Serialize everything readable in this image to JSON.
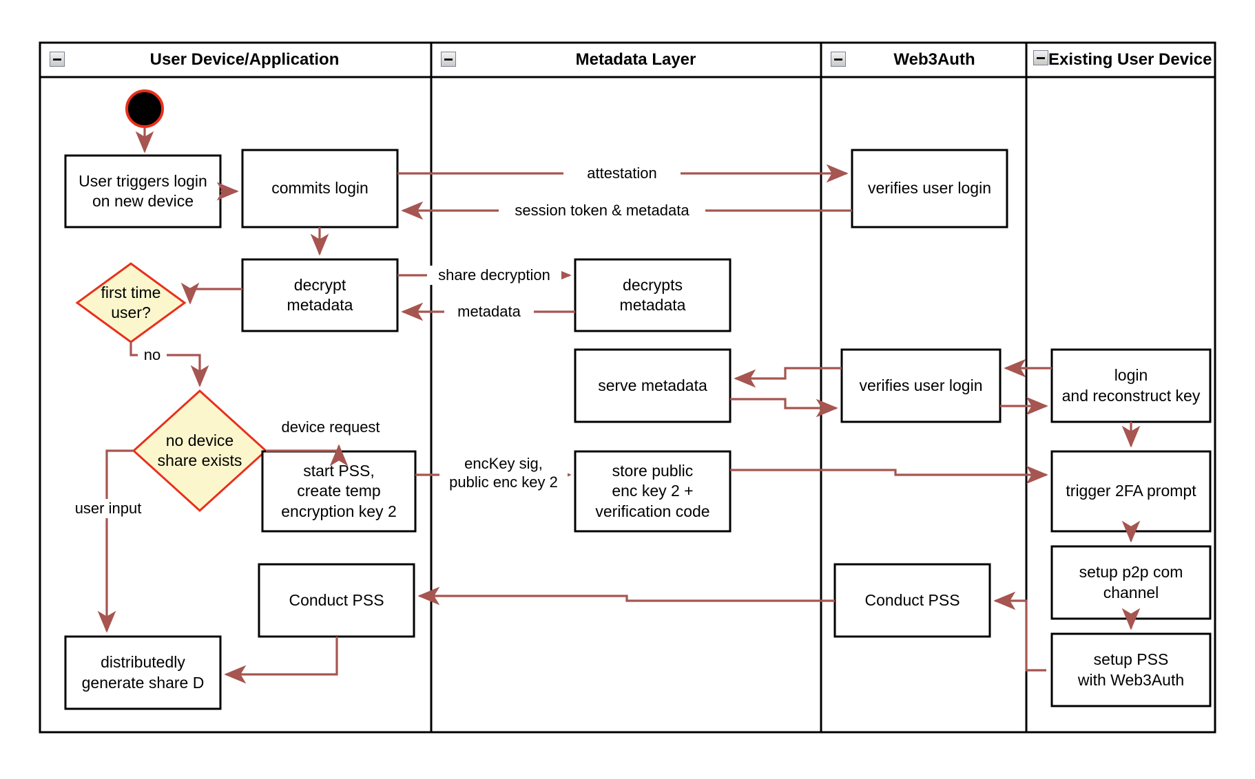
{
  "diagram": {
    "title": "Web3Auth new-device login flow",
    "colors": {
      "edge": "#a65550",
      "node_border": "#000000",
      "decision_border": "#e8301c",
      "decision_fill": "#fcf6cd",
      "lane_border": "#000000",
      "start_fill": "#000000",
      "start_ring": "#e8301c",
      "background": "#ffffff"
    },
    "lanes": [
      {
        "id": "lane-user-device",
        "label": "User Device/Application",
        "collapse_icon": "minus-square-icon"
      },
      {
        "id": "lane-metadata",
        "label": "Metadata Layer",
        "collapse_icon": "minus-square-icon"
      },
      {
        "id": "lane-web3auth",
        "label": "Web3Auth",
        "collapse_icon": "minus-square-icon"
      },
      {
        "id": "lane-existing-device",
        "label": "Existing User Device",
        "collapse_icon": "minus-square-icon"
      }
    ],
    "nodes": [
      {
        "id": "start",
        "type": "start",
        "label": "",
        "lane": "lane-user-device"
      },
      {
        "id": "user-triggers-login",
        "type": "process",
        "label": "User triggers login\non new device",
        "lane": "lane-user-device"
      },
      {
        "id": "commits-login",
        "type": "process",
        "label": "commits login",
        "lane": "lane-user-device"
      },
      {
        "id": "decrypt-metadata",
        "type": "process",
        "label": "decrypt\nmetadata",
        "lane": "lane-user-device"
      },
      {
        "id": "first-time-user",
        "type": "decision",
        "label": "first time\nuser?",
        "lane": "lane-user-device"
      },
      {
        "id": "no-device-share-exists",
        "type": "decision",
        "label": "no device\nshare exists",
        "lane": "lane-user-device"
      },
      {
        "id": "start-pss-create-temp-key",
        "type": "process",
        "label": "start PSS,\ncreate temp\nencryption key 2",
        "lane": "lane-user-device"
      },
      {
        "id": "conduct-pss-user",
        "type": "process",
        "label": "Conduct PSS",
        "lane": "lane-user-device"
      },
      {
        "id": "distributedly-generate-share-d",
        "type": "process",
        "label": "distributedly\ngenerate share D",
        "lane": "lane-user-device"
      },
      {
        "id": "decrypts-metadata",
        "type": "process",
        "label": "decrypts\nmetadata",
        "lane": "lane-metadata"
      },
      {
        "id": "serve-metadata",
        "type": "process",
        "label": "serve metadata",
        "lane": "lane-metadata"
      },
      {
        "id": "store-public-enc-key-2",
        "type": "process",
        "label": "store public\nenc key 2 +\nverification code",
        "lane": "lane-metadata"
      },
      {
        "id": "verifies-user-login-top",
        "type": "process",
        "label": "verifies user login",
        "lane": "lane-web3auth"
      },
      {
        "id": "verifies-user-login-mid",
        "type": "process",
        "label": "verifies user login",
        "lane": "lane-web3auth"
      },
      {
        "id": "conduct-pss-web3auth",
        "type": "process",
        "label": "Conduct PSS",
        "lane": "lane-web3auth"
      },
      {
        "id": "login-and-reconstruct-key",
        "type": "process",
        "label": "login\nand reconstruct key",
        "lane": "lane-existing-device"
      },
      {
        "id": "trigger-2fa-prompt",
        "type": "process",
        "label": "trigger 2FA prompt",
        "lane": "lane-existing-device"
      },
      {
        "id": "setup-p2p-com-channel",
        "type": "process",
        "label": "setup p2p com\nchannel",
        "lane": "lane-existing-device"
      },
      {
        "id": "setup-pss-with-web3auth",
        "type": "process",
        "label": "setup PSS\nwith Web3Auth",
        "lane": "lane-existing-device"
      }
    ],
    "edge_labels": [
      {
        "id": "edge-attestation",
        "label": "attestation",
        "from": "commits-login",
        "to": "verifies-user-login-top"
      },
      {
        "id": "edge-session-token-metadata",
        "label": "session token & metadata",
        "from": "verifies-user-login-top",
        "to": "commits-login"
      },
      {
        "id": "edge-share-decryption",
        "label": "share decryption",
        "from": "decrypt-metadata",
        "to": "decrypts-metadata"
      },
      {
        "id": "edge-metadata",
        "label": "metadata",
        "from": "decrypts-metadata",
        "to": "decrypt-metadata"
      },
      {
        "id": "edge-no",
        "label": "no",
        "from": "first-time-user",
        "to": "no-device-share-exists"
      },
      {
        "id": "edge-device-request",
        "label": "device request",
        "from": "no-device-share-exists",
        "to": "start-pss-create-temp-key"
      },
      {
        "id": "edge-user-input",
        "label": "user input",
        "from": "no-device-share-exists",
        "to": "distributedly-generate-share-d"
      },
      {
        "id": "edge-enckey-sig",
        "label": "encKey sig,\npublic enc key 2",
        "from": "start-pss-create-temp-key",
        "to": "store-public-enc-key-2"
      }
    ]
  }
}
